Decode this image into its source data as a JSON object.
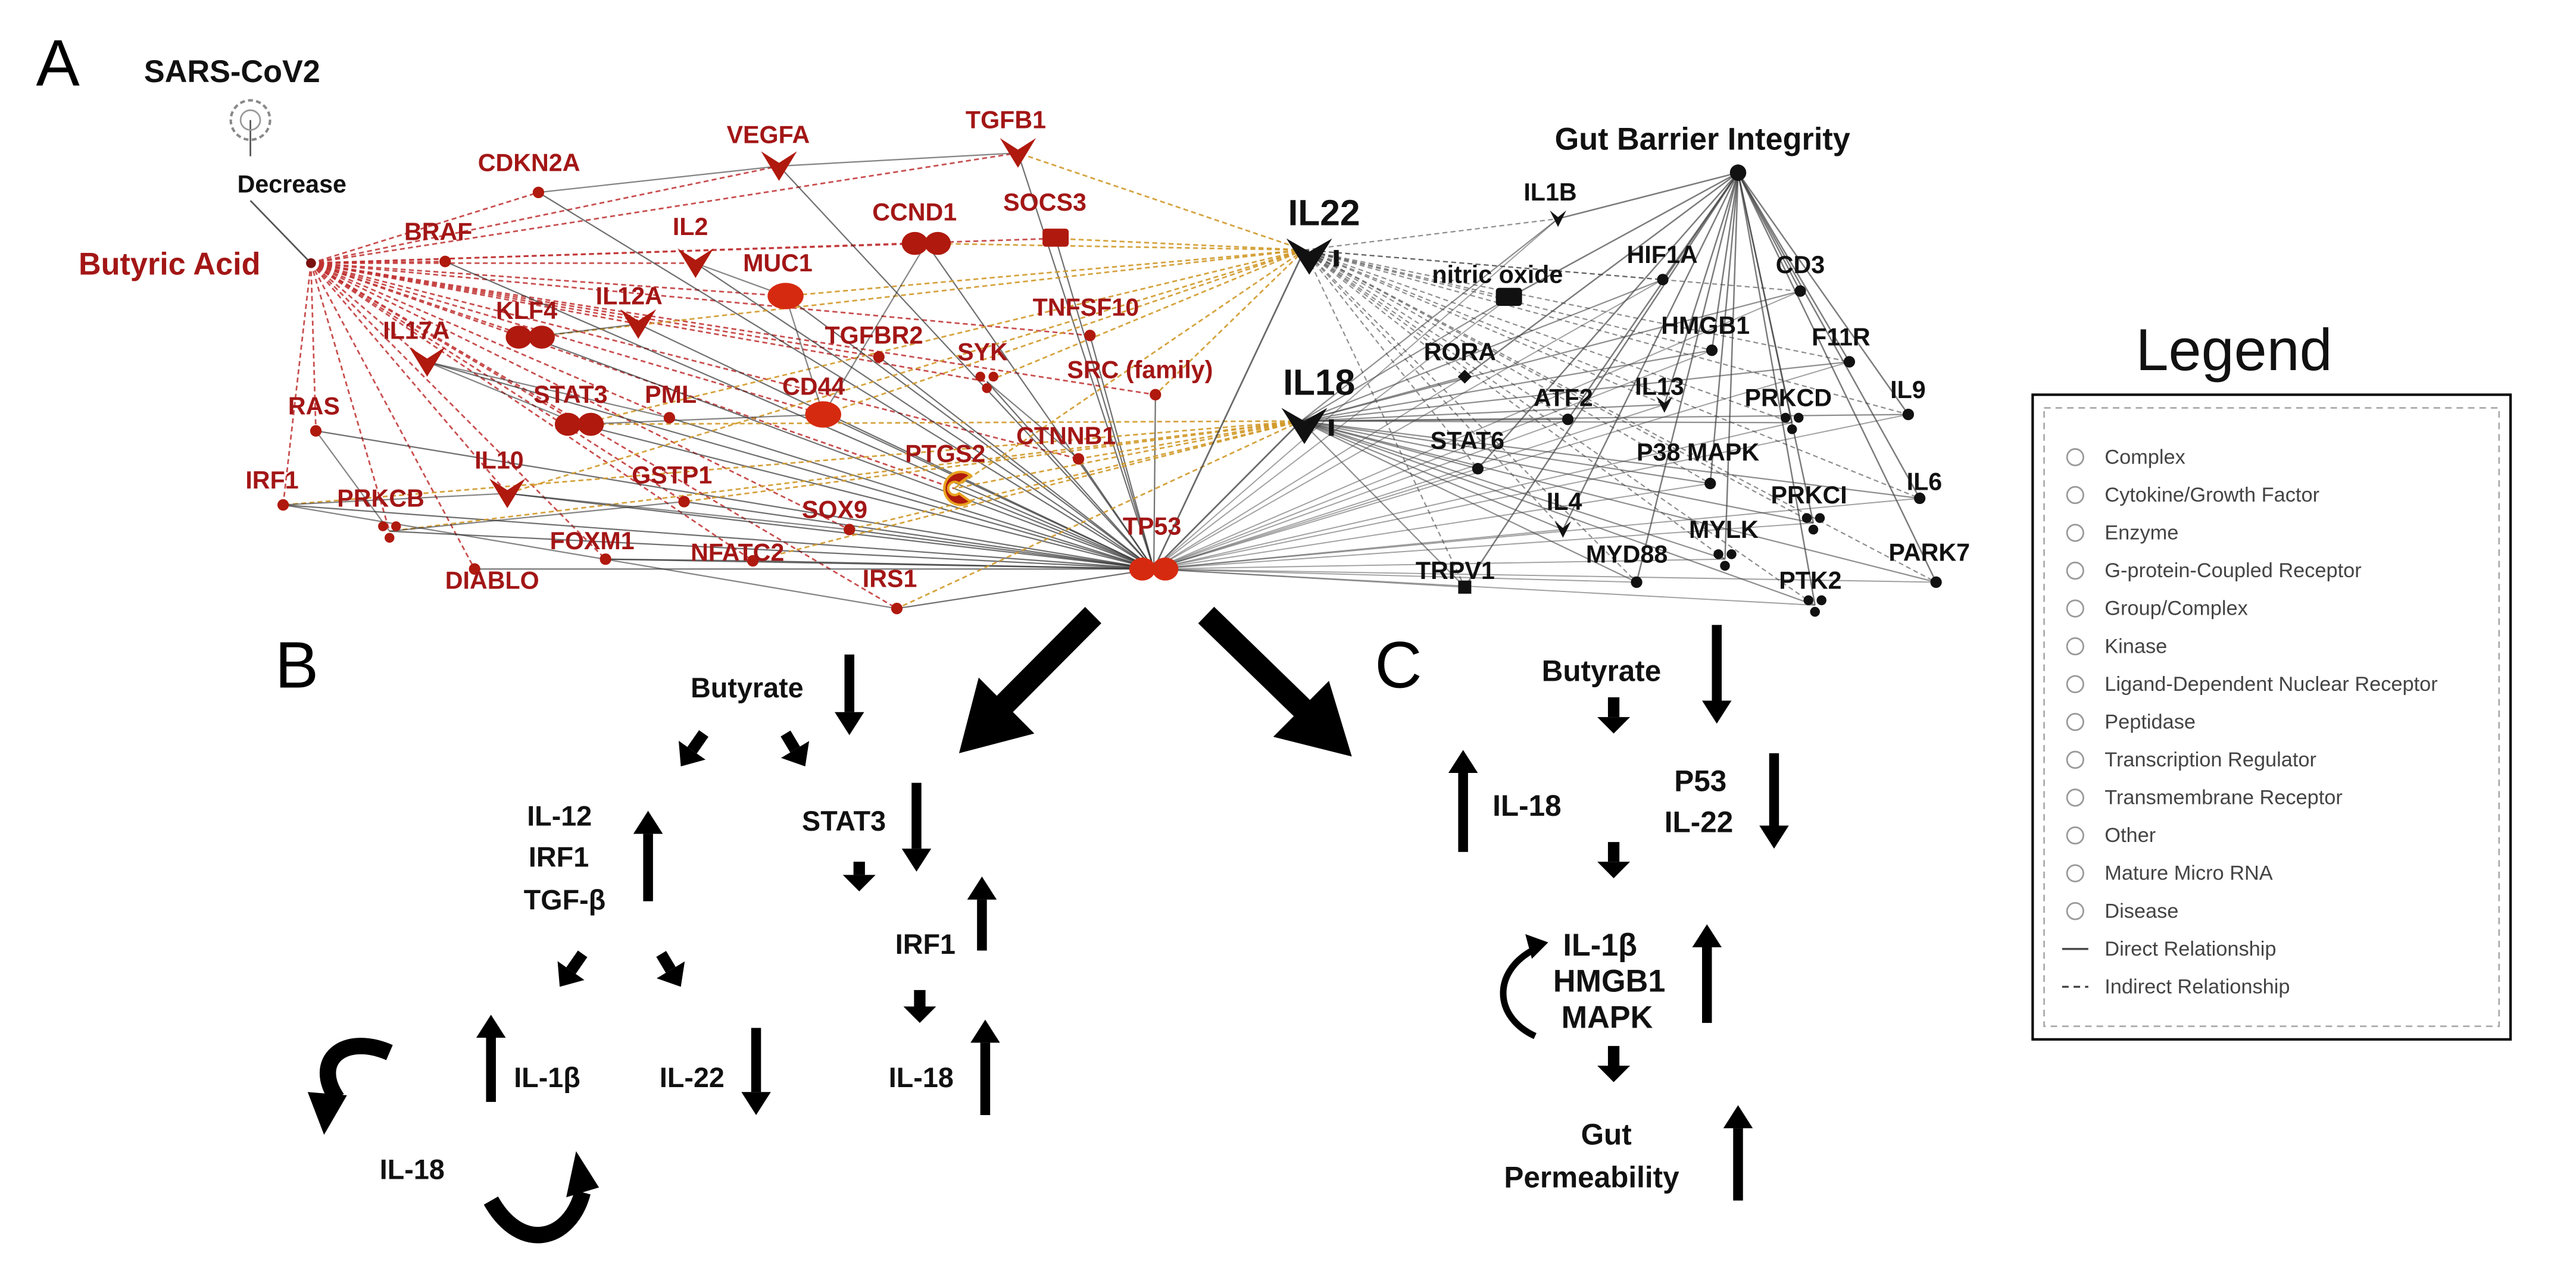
{
  "panel_letters": {
    "a": "A",
    "b": "B",
    "c": "C"
  },
  "top_labels": {
    "virus": "SARS-CoV2",
    "decrease": "Decrease",
    "butyric_acid": "Butyric Acid",
    "gut_barrier": "Gut Barrier Integrity"
  },
  "red_nodes": [
    "CDKN2A",
    "VEGFA",
    "TGFB1",
    "BRAF",
    "IL2",
    "CCND1",
    "SOCS3",
    "MUC1",
    "KLF4",
    "IL12A",
    "TNFSF10",
    "IL17A",
    "TGFBR2",
    "SYK",
    "SRC (family)",
    "RAS",
    "CD44",
    "STAT3",
    "PML",
    "CTNNB1",
    "PTGS2",
    "IRF1",
    "IL10",
    "GSTP1",
    "PRKCB",
    "SOX9",
    "FOXM1",
    "NFATC2",
    "TP53",
    "IRS1",
    "DIABLO"
  ],
  "hub_nodes": [
    "IL22",
    "IL18"
  ],
  "black_nodes": [
    "IL1B",
    "nitric oxide",
    "HIF1A",
    "CD3",
    "HMGB1",
    "F11R",
    "RORA",
    "IL13",
    "IL9",
    "ATF2",
    "PRKCD",
    "STAT6",
    "P38 MAPK",
    "IL6",
    "IL4",
    "PRKCI",
    "MYD88",
    "MYLK",
    "PARK7",
    "TRPV1",
    "PTK2"
  ],
  "panel_b": {
    "butyrate": "Butyrate",
    "stat3": "STAT3",
    "il12": "IL-12",
    "irf1_left": "IRF1",
    "tgfb": "TGF-β",
    "irf1_right": "IRF1",
    "il1b": "IL-1β",
    "il22": "IL-22",
    "il18_right": "IL-18",
    "il18_loop": "IL-18"
  },
  "panel_c": {
    "butyrate": "Butyrate",
    "il18": "IL-18",
    "p53": "P53",
    "il22": "IL-22",
    "il1b": "IL-1β",
    "hmgb1": "HMGB1",
    "mapk": "MAPK",
    "gut": "Gut",
    "permeability": "Permeability"
  },
  "legend": {
    "title": "Legend",
    "items": [
      "Complex",
      "Cytokine/Growth Factor",
      "Enzyme",
      "G-protein-Coupled Receptor",
      "Group/Complex",
      "Kinase",
      "Ligand-Dependent Nuclear Receptor",
      "Peptidase",
      "Transcription Regulator",
      "Transmembrane Receptor",
      "Other",
      "Mature Micro RNA",
      "Disease",
      "Direct Relationship",
      "Indirect Relationship"
    ]
  }
}
